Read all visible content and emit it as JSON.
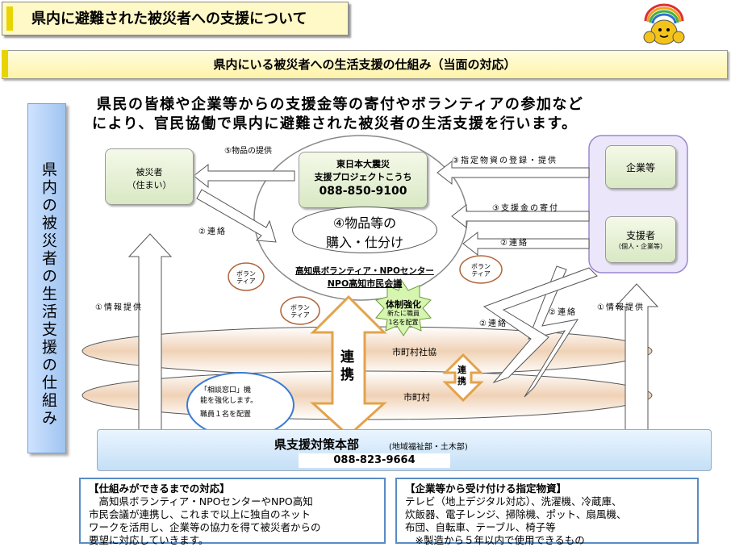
{
  "header": {
    "title": "県内に避難された被災者への支援について",
    "subtitle": "県内にいる被災者への生活支援の仕組み（当面の対応）"
  },
  "lead": {
    "line1": "県民の皆様や企業等からの支援金等の寄付やボランティアの参加など",
    "line2": "により、官民協働で県内に避難された被災者の生活支援を行います。"
  },
  "sidebar": {
    "label": "県内の被災者の生活支援の仕組み"
  },
  "nodes": {
    "victim_line1": "被災者",
    "victim_line2": "（住まい）",
    "center_line1": "東日本大震災",
    "center_line2": "支援プロジェクトこうち",
    "center_phone": "088-850-9100",
    "purchase_line1": "④物品等の",
    "purchase_line2": "購入・仕分け",
    "npo_line1": "高知県ボランティア・NPOセンター",
    "npo_line2": "NPO高知市民会議",
    "company": "企業等",
    "supporter_line1": "支援者",
    "supporter_line2": "（個人・企業等）",
    "taisei_line1": "体制強化",
    "taisei_line2": "新たに職員",
    "taisei_line3": "1名を配置",
    "shakyo": "市町村社協",
    "municipality": "市町村",
    "renkei_big": "連携",
    "renkei_small": "連携",
    "hq_name": "県支援対策本部",
    "hq_sub": "(地域福祉部・土木部)",
    "hq_phone": "088-823-9664",
    "bubble_line1": "「相談窓口」機",
    "bubble_line2": "能を強化します。",
    "bubble_line3": "職員１名を配置"
  },
  "volunteer_line1": "ボラン",
  "volunteer_line2": "ティア",
  "arrows": {
    "goods_provision": "⑤物品の提供",
    "designated_goods": "③指定物資の登録・提供",
    "donation": "③支援金の寄付",
    "contact": "②連絡",
    "info_provision": "①情報提供"
  },
  "bottom_left": {
    "title": "【仕組みができるまでの対応】",
    "lines": [
      "　高知県ボランティア・NPOセンターやNPO高知",
      "市民会議が連携し、これまで以上に独自のネット",
      "ワークを活用し、企業等の協力を得て被災者からの",
      "要望に対応していきます。"
    ]
  },
  "bottom_right": {
    "title": "【企業等から受け付ける指定物資】",
    "lines": [
      "テレビ（地上デジタル対応）、洗濯機、冷蔵庫、",
      "炊飯器、電子レンジ、掃除機、ポット、扇風機、",
      "布団、自転車、テーブル、椅子等",
      "　※製造から５年以内で使用できるもの"
    ]
  },
  "colors": {
    "accent": "#e8d400",
    "blue_border": "#5a8bc4",
    "band": "#f2dcc5",
    "purple": "#b9a6e0"
  }
}
